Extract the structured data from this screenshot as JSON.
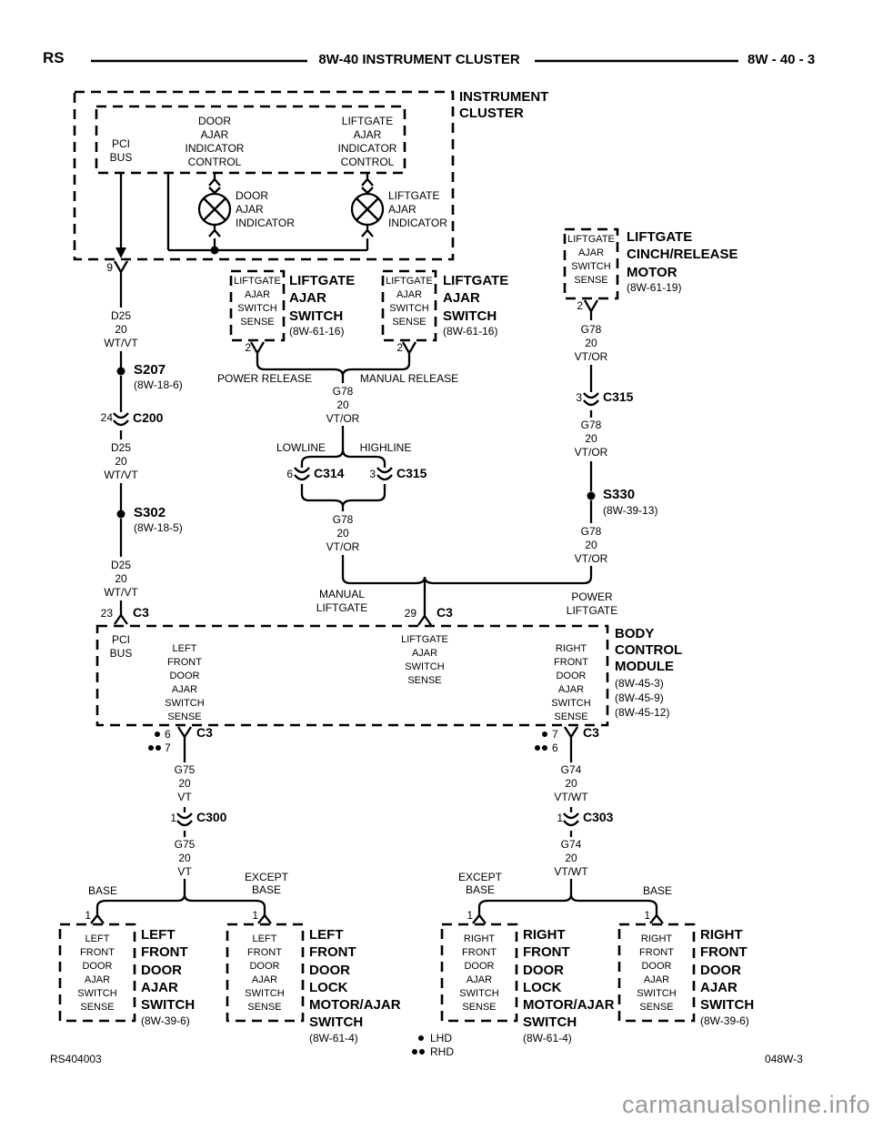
{
  "header": {
    "platform": "RS",
    "title": "8W-40 INSTRUMENT CLUSTER",
    "page": "8W - 40 - 3"
  },
  "cluster": {
    "label": "INSTRUMENT\nCLUSTER",
    "pci_bus": "PCI\nBUS",
    "door_control": "DOOR\nAJAR\nINDICATOR\nCONTROL",
    "liftgate_control": "LIFTGATE\nAJAR\nINDICATOR\nCONTROL",
    "door_indicator": "DOOR\nAJAR\nINDICATOR",
    "liftgate_indicator": "LIFTGATE\nAJAR\nINDICATOR",
    "pin9": "9"
  },
  "left_run": {
    "wire1": "D25\n20\nWT/VT",
    "s207": "S207",
    "s207_ref": "(8W-18-6)",
    "c200_pin": "24",
    "c200": "C200",
    "wire2": "D25\n20\nWT/VT",
    "s302": "S302",
    "s302_ref": "(8W-18-5)",
    "wire3": "D25\n20\nWT/VT",
    "c3_pin": "23",
    "c3": "C3"
  },
  "power_switch": {
    "sense": "LIFTGATE\nAJAR\nSWITCH\nSENSE",
    "label": "LIFTGATE\nAJAR\nSWITCH",
    "ref": "(8W-61-16)",
    "pin": "2",
    "branch": "POWER RELEASE"
  },
  "manual_switch": {
    "sense": "LIFTGATE\nAJAR\nSWITCH\nSENSE",
    "label": "LIFTGATE\nAJAR\nSWITCH",
    "ref": "(8W-61-16)",
    "pin": "2",
    "branch": "MANUAL RELEASE"
  },
  "mid_run": {
    "wire1": "G78\n20\nVT/OR",
    "lowline": "LOWLINE",
    "highline": "HIGHLINE",
    "c314_pin": "6",
    "c314": "C314",
    "c315_pin": "3",
    "c315": "C315",
    "wire2": "G78\n20\nVT/OR",
    "manual_liftgate": "MANUAL\nLIFTGATE",
    "c3_pin": "29",
    "c3": "C3"
  },
  "cinch_motor": {
    "sense": "LIFTGATE\nAJAR\nSWITCH\nSENSE",
    "label": "LIFTGATE\nCINCH/RELEASE\nMOTOR",
    "ref": "(8W-61-19)",
    "pin": "2",
    "wire1": "G78\n20\nVT/OR",
    "c315_pin": "3",
    "c315": "C315",
    "wire2": "G78\n20\nVT/OR",
    "s330": "S330",
    "s330_ref": "(8W-39-13)",
    "wire3": "G78\n20\nVT/OR",
    "power_liftgate": "POWER\nLIFTGATE"
  },
  "bcm": {
    "label": "BODY\nCONTROL\nMODULE",
    "refs": "(8W-45-3)\n(8W-45-9)\n(8W-45-12)",
    "pci_bus": "PCI\nBUS",
    "left_sense": "LEFT\nFRONT\nDOOR\nAJAR\nSWITCH\nSENSE",
    "liftgate_sense": "LIFTGATE\nAJAR\nSWITCH\nSENSE",
    "right_sense": "RIGHT\nFRONT\nDOOR\nAJAR\nSWITCH\nSENSE",
    "left_pin_lhd": "6",
    "left_pin_rhd": "7",
    "left_c3": "C3",
    "right_pin_lhd": "7",
    "right_pin_rhd": "6",
    "right_c3": "C3"
  },
  "left_lower": {
    "wire1": "G75\n20\nVT",
    "c300_pin": "1",
    "c300": "C300",
    "wire2": "G75\n20\nVT",
    "base": "BASE",
    "except_base": "EXCEPT\nBASE"
  },
  "right_lower": {
    "wire1": "G74\n20\nVT/WT",
    "c303_pin": "1",
    "c303": "C303",
    "wire2": "G74\n20\nVT/WT",
    "except_base": "EXCEPT\nBASE",
    "base": "BASE"
  },
  "devices": [
    {
      "pin": "1",
      "sense": "LEFT\nFRONT\nDOOR\nAJAR\nSWITCH\nSENSE",
      "label": "LEFT\nFRONT\nDOOR\nAJAR\nSWITCH",
      "ref": "(8W-39-6)"
    },
    {
      "pin": "1",
      "sense": "LEFT\nFRONT\nDOOR\nAJAR\nSWITCH\nSENSE",
      "label": "LEFT\nFRONT\nDOOR\nLOCK\nMOTOR/AJAR\nSWITCH",
      "ref": "(8W-61-4)"
    },
    {
      "pin": "1",
      "sense": "RIGHT\nFRONT\nDOOR\nAJAR\nSWITCH\nSENSE",
      "label": "RIGHT\nFRONT\nDOOR\nLOCK\nMOTOR/AJAR\nSWITCH",
      "ref": "(8W-61-4)"
    },
    {
      "pin": "1",
      "sense": "RIGHT\nFRONT\nDOOR\nAJAR\nSWITCH\nSENSE",
      "label": "RIGHT\nFRONT\nDOOR\nAJAR\nSWITCH",
      "ref": "(8W-39-6)"
    }
  ],
  "legend": {
    "lhd": "LHD",
    "rhd": "RHD"
  },
  "footer": {
    "doc": "RS404003",
    "sheet": "048W-3",
    "watermark": "carmanualsonline.info"
  },
  "colors": {
    "line": "#000000",
    "watermark": "#999999",
    "background": "#ffffff"
  }
}
